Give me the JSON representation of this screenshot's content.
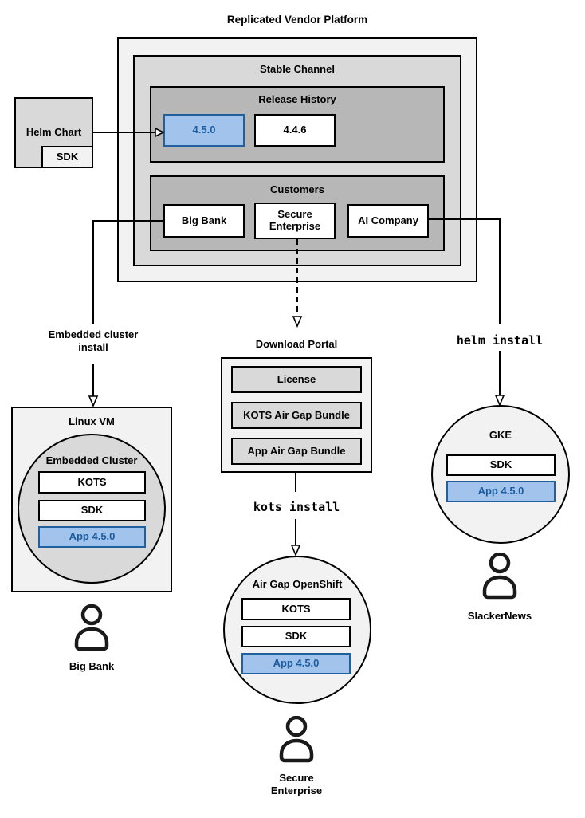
{
  "diagram": {
    "title": "Replicated Vendor Platform",
    "platform": {
      "stable_channel_title": "Stable Channel",
      "release_history": {
        "title": "Release History",
        "releases": [
          {
            "version": "4.5.0",
            "highlighted": true
          },
          {
            "version": "4.4.6",
            "highlighted": false
          }
        ]
      },
      "customers": {
        "title": "Customers",
        "items": [
          "Big Bank",
          "Secure Enterprise",
          "AI Company"
        ]
      }
    },
    "helm_chart": {
      "label": "Helm Chart",
      "sdk": "SDK"
    },
    "left_branch": {
      "arrow_label": "Embedded cluster install",
      "vm": {
        "title": "Linux VM",
        "cluster": {
          "title": "Embedded Cluster",
          "items": [
            "KOTS",
            "SDK"
          ],
          "app": "App 4.5.0"
        }
      },
      "user": "Big Bank"
    },
    "middle_branch": {
      "portal": {
        "title": "Download Portal",
        "items": [
          "License",
          "KOTS Air Gap Bundle",
          "App Air Gap Bundle"
        ]
      },
      "arrow_label": "kots install",
      "cluster": {
        "title": "Air Gap OpenShift",
        "items": [
          "KOTS",
          "SDK"
        ],
        "app": "App 4.5.0"
      },
      "user": "Secure Enterprise"
    },
    "right_branch": {
      "arrow_label": "helm install",
      "cluster": {
        "title": "GKE",
        "items": [
          "SDK"
        ],
        "app": "App 4.5.0"
      },
      "user": "SlackerNews"
    },
    "colors": {
      "highlight_fill": "#a2c4ec",
      "highlight_border": "#21609f",
      "highlight_text": "#1c5ca0",
      "box_light": "#f2f2f2",
      "box_mid": "#d9d9d9",
      "box_dark": "#b7b7b7"
    }
  }
}
